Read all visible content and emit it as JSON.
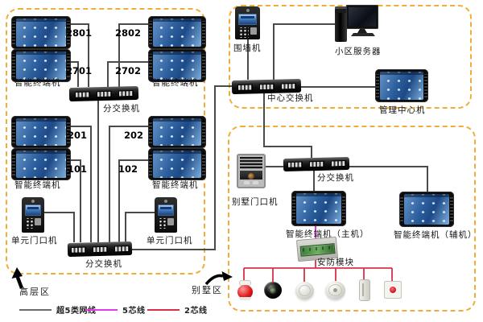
{
  "zones": {
    "highrise_label": "高层区",
    "villa_label": "别墅区"
  },
  "highrise": {
    "rooms": [
      "2801",
      "2802",
      "2701",
      "2702",
      "201",
      "202",
      "101",
      "102"
    ],
    "terminal_label": "智能终端机",
    "switch_label": "分交换机",
    "door_label": "单元门口机"
  },
  "center": {
    "wall_machine_label": "围墙机",
    "server_label": "小区服务器",
    "switch_label": "中心交换机",
    "management_label": "管理中心机"
  },
  "villa": {
    "door_label": "别墅门口机",
    "switch_label": "分交换机",
    "terminal_main_label": "智能终端机（主机）",
    "terminal_aux_label": "智能终端机（辅机）",
    "security_module_label": "安防模块"
  },
  "legend": {
    "items": [
      {
        "label": "超5类网线",
        "color": "#6b6b6b"
      },
      {
        "label": "5芯线",
        "color": "#e837e8"
      },
      {
        "label": "2芯线",
        "color": "#d93048"
      }
    ]
  },
  "colors": {
    "zone_border": "#f0ae38",
    "cat5_wire": "#4a4a4a",
    "five_core_wire": "#e837e8",
    "two_core_wire": "#d93048"
  }
}
